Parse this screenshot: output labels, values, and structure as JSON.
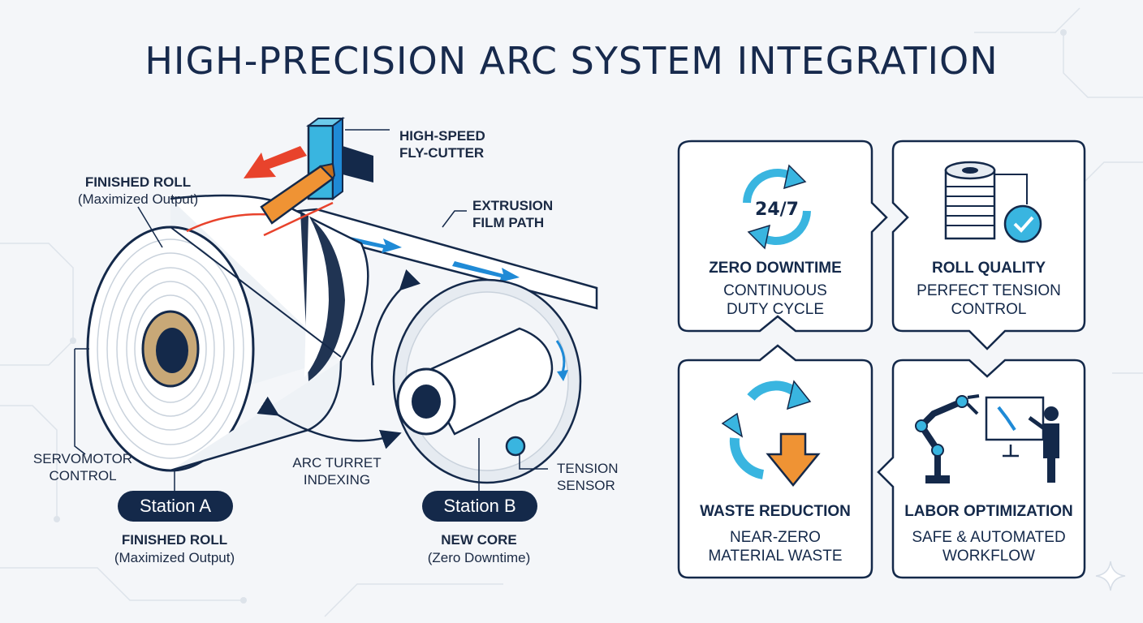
{
  "title": "HIGH-PRECISION ARC SYSTEM INTEGRATION",
  "machine": {
    "fly_cutter": [
      "HIGH-SPEED",
      "FLY-CUTTER"
    ],
    "finished_roll_top": {
      "title": "FINISHED ROLL",
      "note": "(Maximized Output)"
    },
    "extrusion": [
      "EXTRUSION",
      "FILM PATH"
    ],
    "servomotor": [
      "SERVOMOTOR",
      "CONTROL"
    ],
    "arc_turret": [
      "ARC TURRET",
      "INDEXING"
    ],
    "tension_sensor": [
      "TENSION",
      "SENSOR"
    ],
    "station_a": {
      "pill": "Station A",
      "title": "FINISHED ROLL",
      "note": "(Maximized Output)"
    },
    "station_b": {
      "pill": "Station B",
      "title": "NEW CORE",
      "note": "(Zero Downtime)"
    }
  },
  "benefits": [
    {
      "title": "ZERO DOWNTIME",
      "lines": [
        "CONTINUOUS",
        "DUTY CYCLE"
      ],
      "icon": "24-7-cycle-icon",
      "badge": "24/7"
    },
    {
      "title": "ROLL QUALITY",
      "lines": [
        "PERFECT TENSION",
        "CONTROL"
      ],
      "icon": "roll-checkmark-icon"
    },
    {
      "title": "WASTE REDUCTION",
      "lines": [
        "NEAR-ZERO",
        "MATERIAL WASTE"
      ],
      "icon": "recycle-arrow-icon"
    },
    {
      "title": "LABOR OPTIMIZATION",
      "lines": [
        "SAFE & AUTOMATED",
        "WORKFLOW"
      ],
      "icon": "robot-operator-icon"
    }
  ],
  "colors": {
    "navy": "#14294a",
    "blue": "#1f8ad6",
    "cyan": "#39b5e0",
    "red": "#e8432c",
    "orange": "#ef9334"
  }
}
